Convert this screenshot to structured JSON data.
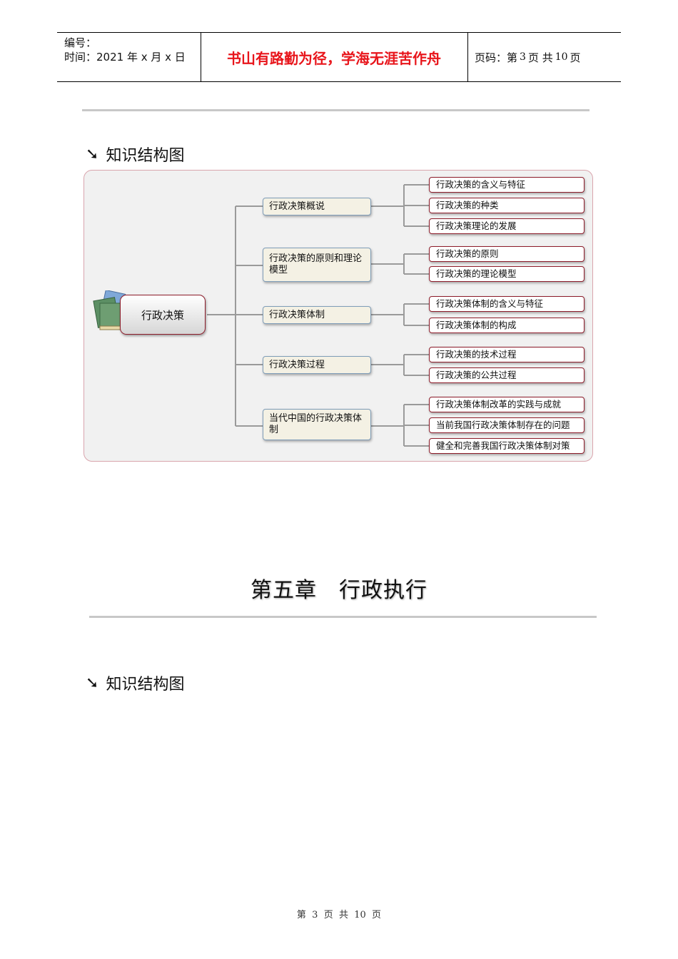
{
  "header": {
    "number_label": "编号：",
    "time_label": "时间：2021 年 x 月 x 日",
    "motto": "书山有路勤为径，学海无涯苦作舟",
    "page_prefix": "页码：第",
    "page_current": "3",
    "page_mid": "页  共",
    "page_total": "10",
    "page_suffix": "页"
  },
  "section1": {
    "title": "知识结构图"
  },
  "diagram": {
    "root": "行政决策",
    "branches": [
      {
        "label": "行政决策概说",
        "leaves": [
          "行政决策的含义与特征",
          "行政决策的种类",
          "行政决策理论的发展"
        ]
      },
      {
        "label": "行政决策的原则和理论模型",
        "leaves": [
          "行政决策的原则",
          "行政决策的理论模型"
        ]
      },
      {
        "label": "行政决策体制",
        "leaves": [
          "行政决策体制的含义与特征",
          "行政决策体制的构成"
        ]
      },
      {
        "label": "行政决策过程",
        "leaves": [
          "行政决策的技术过程",
          "行政决策的公共过程"
        ]
      },
      {
        "label": "当代中国的行政决策体制",
        "leaves": [
          "行政决策体制改革的实践与成就",
          "当前我国行政决策体制存在的问题",
          "健全和完善我国行政决策体制对策"
        ]
      }
    ]
  },
  "chapter": {
    "title": "第五章　行政执行"
  },
  "section2": {
    "title": "知识结构图"
  },
  "footer": {
    "text": "第  3  页  共  10  页"
  }
}
